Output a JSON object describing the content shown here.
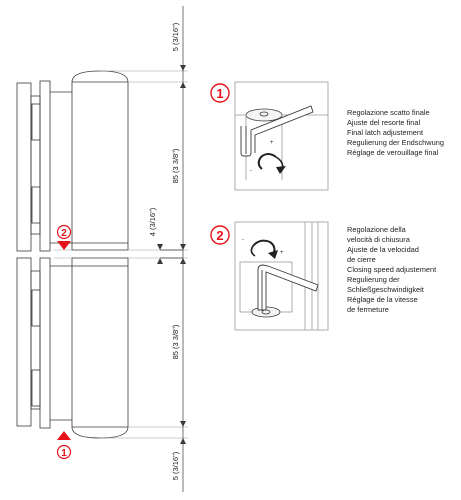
{
  "dimensions": {
    "top_gap": "5 (3/16\")",
    "upper_length": "85 (3 3/8\")",
    "middle_gap": "4 (3/16\")",
    "lower_length": "85 (3 3/8\")",
    "bottom_gap": "5 (3/16\")"
  },
  "markers": {
    "upper_marker": "2",
    "lower_marker": "1"
  },
  "detail_1": {
    "number": "1",
    "labels": [
      "Regolazione scatto finale",
      "Ajuste del resorte final",
      "Final latch adjustement",
      "Regulierung der Endschwung",
      "Réglage de verouillage final"
    ]
  },
  "detail_2": {
    "number": "2",
    "labels": [
      "Regolazione della",
      "velocità di chiusura",
      "Ajuste de la velocidad",
      "de cierre",
      "Closing speed adjustement",
      "Regulierung der",
      "Schließgeschwindigkeit",
      "Réglage de la vitesse",
      "de fermeture"
    ]
  },
  "colors": {
    "accent_red": "#e8121a",
    "line": "#3a3a3a",
    "light_line": "#9a9a9a"
  },
  "icons": [
    "rotate-arrow-icon",
    "hex-key-icon",
    "triangle-marker-icon"
  ]
}
